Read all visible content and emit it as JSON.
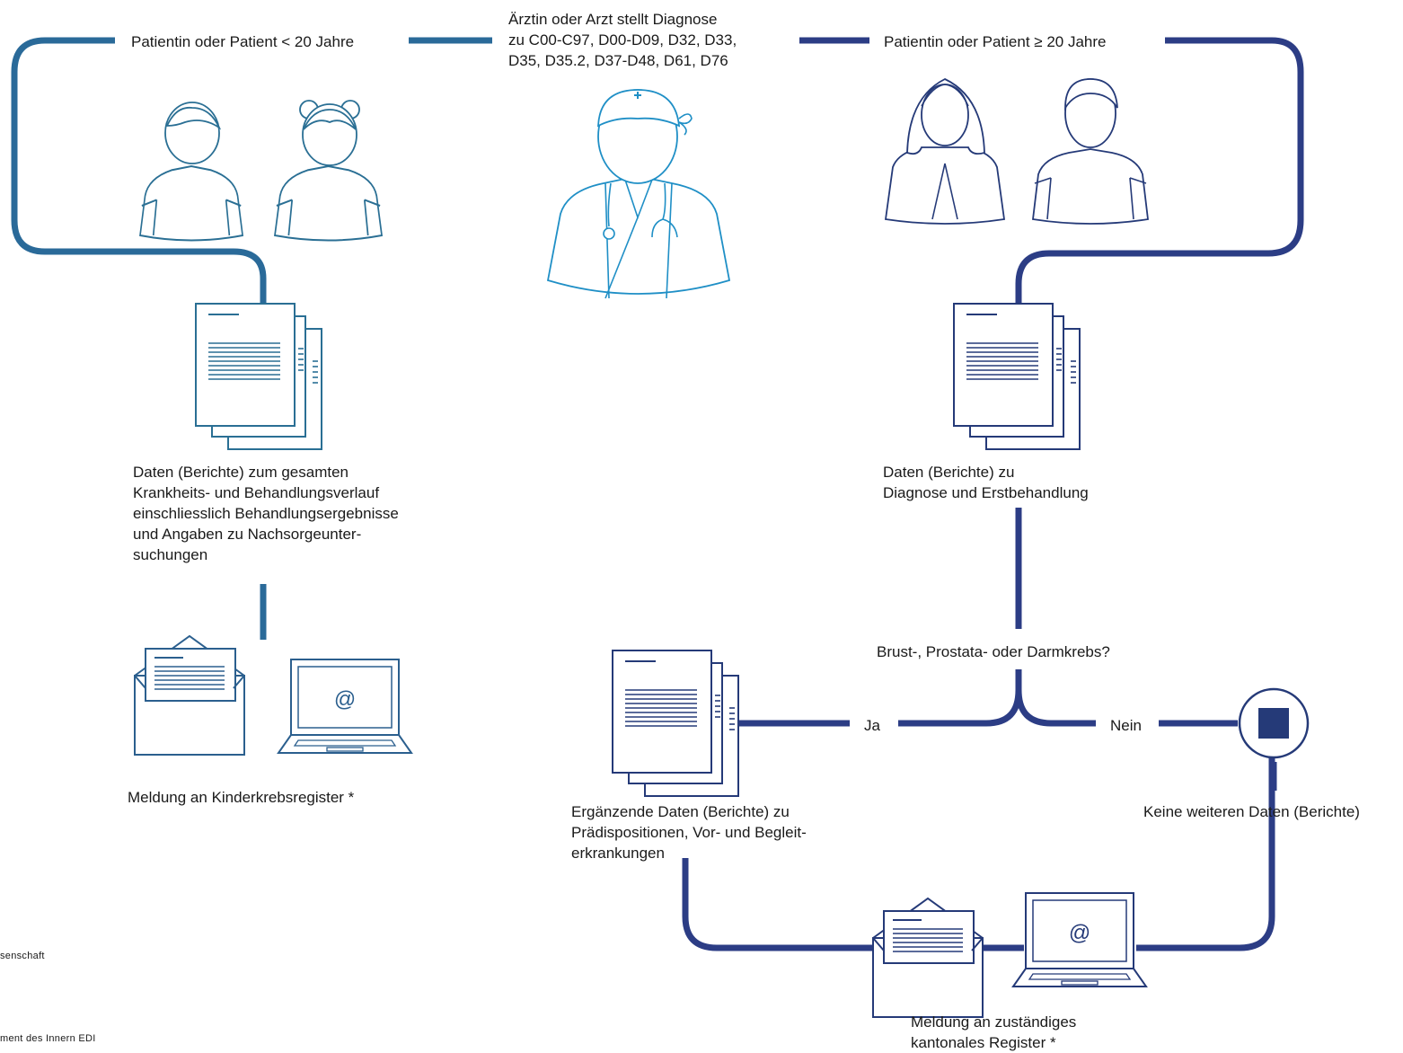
{
  "colors": {
    "child_path": "#2a6a99",
    "adult_path": "#2c3d85",
    "doctor": "#1f8fc6",
    "icon_dark": "#253a78",
    "icon_mid": "#2b5f8e",
    "icon_teal": "#2a6f94"
  },
  "labels": {
    "child_path": "Patientin oder Patient < 20 Jahre",
    "diagnosis": "Ärztin oder Arzt stellt Diagnose\nzu C00-C97, D00-D09, D32, D33,\nD35, D35.2, D37-D48, D61, D76",
    "adult_path": "Patientin oder Patient ≥ 20 Jahre",
    "child_data": "Daten (Berichte) zum gesamten\nKrankheits- und Behandlungsverlauf\neinschliesslich Behandlungsergebnisse\nund Angaben zu Nachsorgeunter-\nsuchungen",
    "adult_data": "Daten (Berichte) zu\nDiagnose und Erstbehandlung",
    "question": "Brust-, Prostata- oder Darmkrebs?",
    "yes": "Ja",
    "no": "Nein",
    "supplementary_data": "Ergänzende Daten (Berichte) zu\nPrädispositionen, Vor- und Begleit-\nerkrankungen",
    "no_further_data": "Keine weiteren Daten (Berichte)",
    "child_report": "Meldung an Kinderkrebsregister *",
    "cantonal_report": "Meldung an zuständiges\nkantonales Register *",
    "footer_top": "senschaft",
    "footer_bottom": "ment des Innern EDI"
  },
  "icons": {
    "doctor": "doctor-with-stethoscope-icon",
    "email": "at-sign-icon",
    "letter": "envelope-letter-icon",
    "laptop": "laptop-icon",
    "stop": "stop-square-icon"
  }
}
